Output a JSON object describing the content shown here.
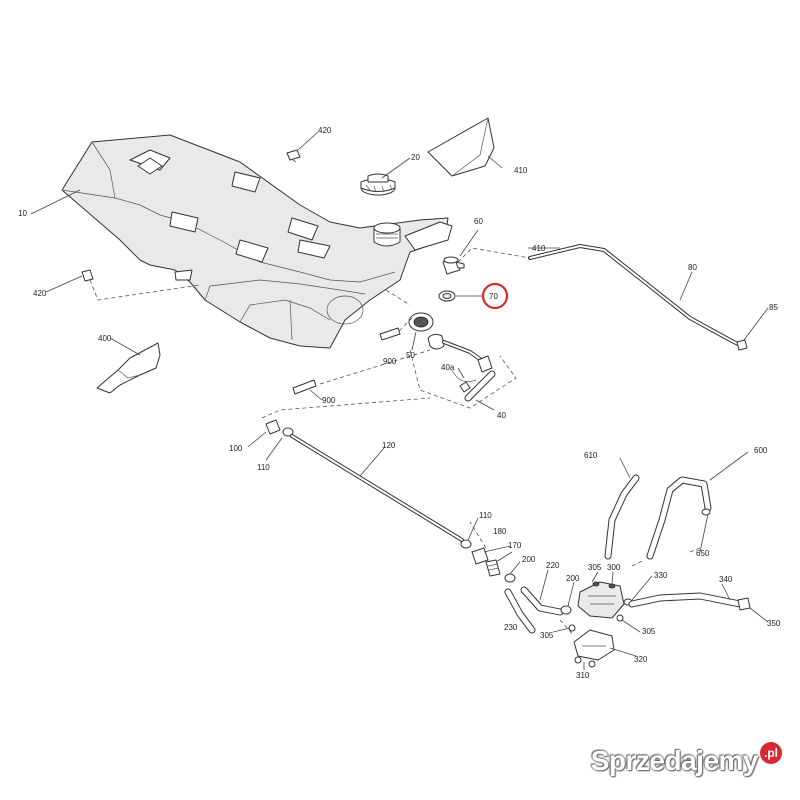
{
  "callouts": {
    "c10": "10",
    "c20": "20",
    "c40": "40",
    "c40a": "40a",
    "c50": "50",
    "c60": "60",
    "c70": "70",
    "c80": "80",
    "c85": "85",
    "c100": "100",
    "c110a": "110",
    "c110b": "110",
    "c120": "120",
    "c170": "170",
    "c180": "180",
    "c200a": "200",
    "c200b": "200",
    "c220": "220",
    "c230": "230",
    "c300": "300",
    "c305a": "305",
    "c305b": "305",
    "c305c": "305",
    "c310": "310",
    "c320": "320",
    "c330": "330",
    "c340": "340",
    "c350": "350",
    "c400": "400",
    "c410a": "410",
    "c410b": "410",
    "c420a": "420",
    "c420b": "420",
    "c600": "600",
    "c610": "610",
    "c650": "650",
    "c900a": "900",
    "c900b": "900"
  },
  "highlighted_part": "70",
  "watermark": {
    "text": "Sprzedajemy",
    "badge": ".pl"
  },
  "colors": {
    "highlight": "#d8282f",
    "line": "#333333",
    "background": "#ffffff"
  }
}
